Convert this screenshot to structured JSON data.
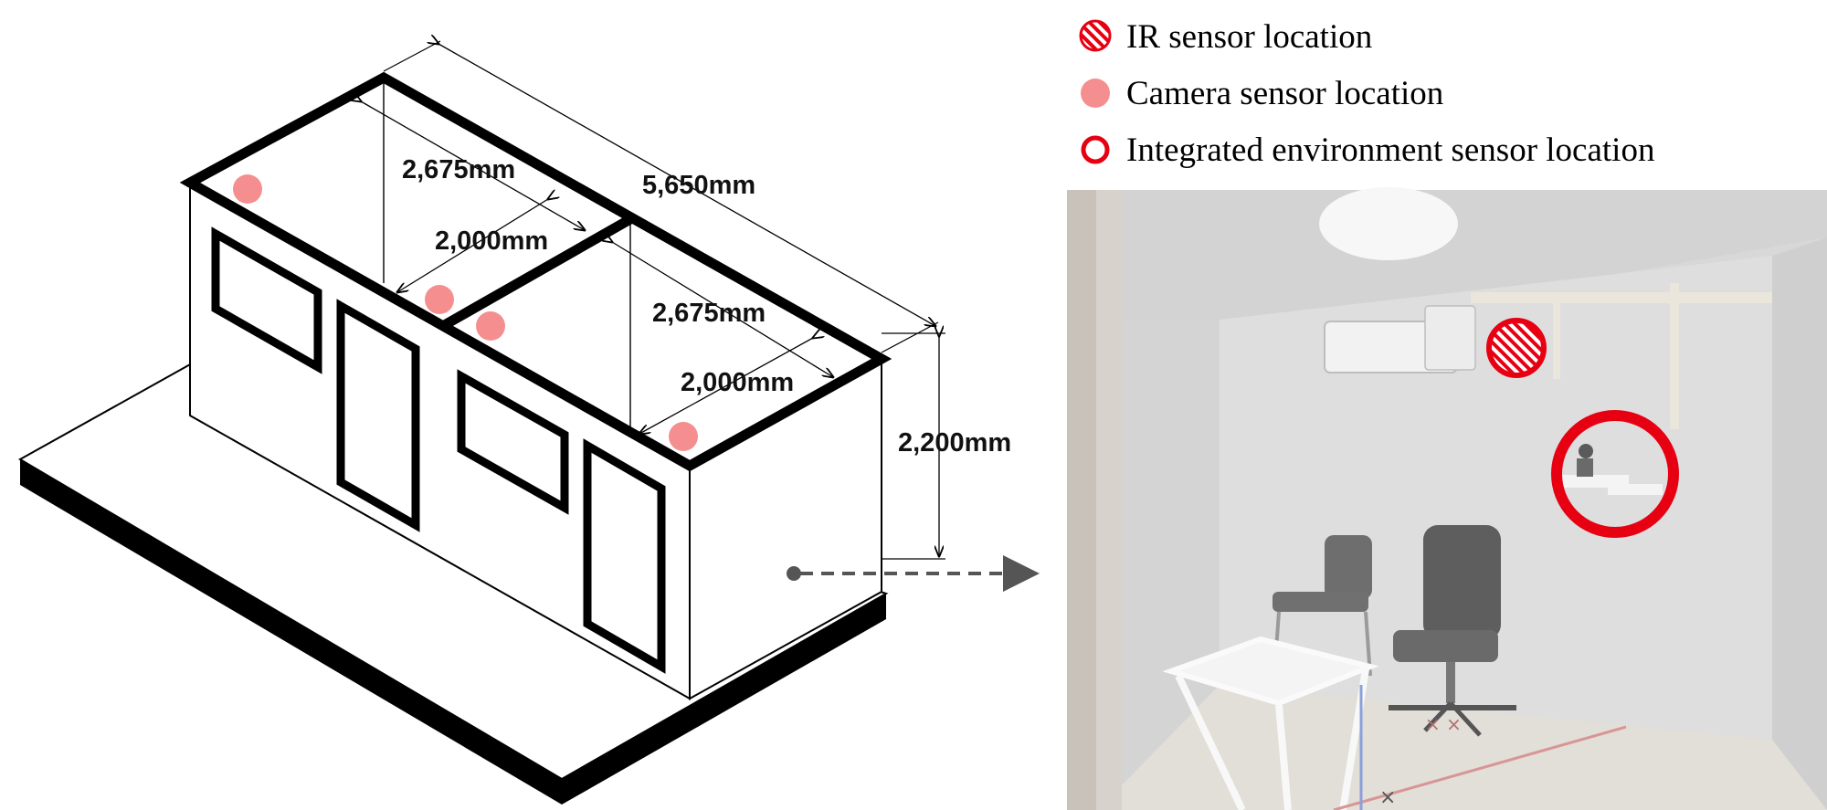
{
  "legend": {
    "ir_sensor": "IR sensor location",
    "camera_sensor": "Camera sensor location",
    "environment_sensor": "Integrated environment sensor location"
  },
  "dimensions": {
    "room_width_a": "2,675mm",
    "room_width_b": "2,675mm",
    "partition_a": "2,000mm",
    "partition_b": "2,000mm",
    "total_length": "5,650mm",
    "height": "2,200mm"
  },
  "colors": {
    "sensor_red": "#e60012",
    "camera_pink": "#f58f8f",
    "outline": "#000000",
    "arrow": "#555555"
  },
  "icons": {
    "ir": "hatched-red-circle",
    "camera": "filled-pink-circle",
    "environment": "red-ring"
  }
}
